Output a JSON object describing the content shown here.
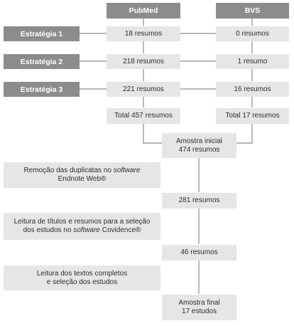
{
  "headers": {
    "pubmed": "PubMed",
    "bvs": "BVS"
  },
  "strategies": [
    {
      "label": "Estratégia 1",
      "pubmed": "18 resumos",
      "bvs": "0 resumos"
    },
    {
      "label": "Estratégia 2",
      "pubmed": "218 resumos",
      "bvs": "1 resumo"
    },
    {
      "label": "Estratégia 3",
      "pubmed": "221 resumos",
      "bvs": "16 resumos"
    }
  ],
  "totals": {
    "pubmed": "Total 457 resumos",
    "bvs": "Total 17 resumos"
  },
  "initial_sample": {
    "line1": "Amostra inicial",
    "line2": "474 resumos"
  },
  "steps": [
    {
      "line1_pre": "Remoção das duplicatas no ",
      "line1_em": "software",
      "line1_post": "",
      "line2_pre": "Endnote Web®",
      "line2_em": "",
      "line2_post": ""
    },
    {
      "line1_pre": "Leitura de títulos e resumos para a seleção",
      "line1_em": "",
      "line1_post": "",
      "line2_pre": "dos estudos no ",
      "line2_em": "software",
      "line2_post": " Covidence®"
    },
    {
      "line1_pre": "Leitura dos textos completos",
      "line1_em": "",
      "line1_post": "",
      "line2_pre": "e seleção dos estudos",
      "line2_em": "",
      "line2_post": ""
    }
  ],
  "after_steps": [
    "281 resumos",
    "46 resumos"
  ],
  "final_sample": {
    "line1": "Amostra final",
    "line2": "17 estudos"
  }
}
